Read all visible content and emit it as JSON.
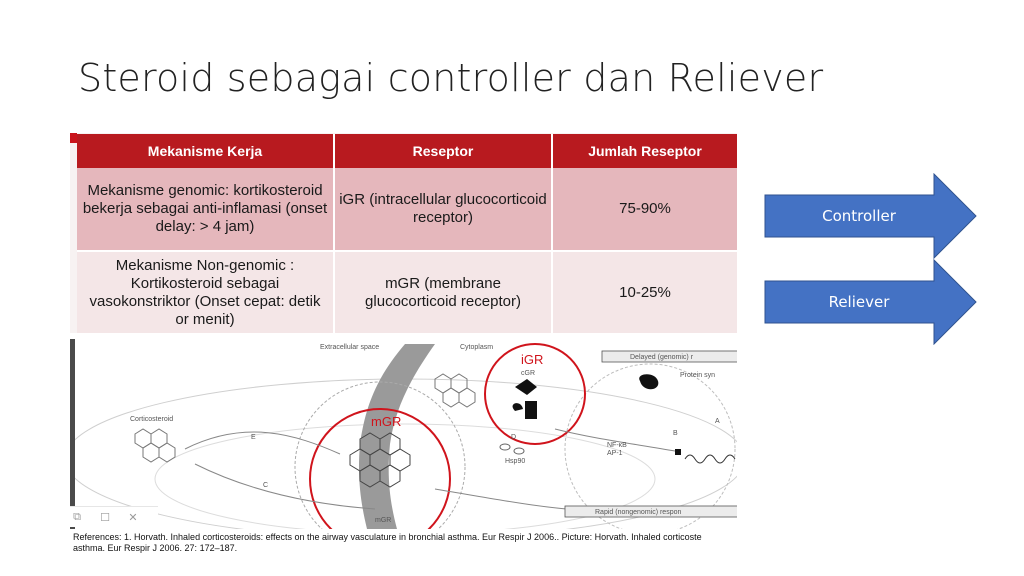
{
  "slide": {
    "title": "Steroid sebagai controller dan Reliever"
  },
  "table": {
    "headers": [
      "Mekanisme Kerja",
      "Reseptor",
      "Jumlah Reseptor"
    ],
    "rows": [
      {
        "mechanism": "Mekanisme genomic: kortikosteroid bekerja sebagai anti-inflamasi (onset delay: > 4 jam)",
        "receptor": "iGR (intracellular glucocorticoid receptor)",
        "count": "75-90%"
      },
      {
        "mechanism": "Mekanisme Non-genomic : Kortikosteroid sebagai vasokonstriktor (Onset cepat: detik or menit)",
        "receptor": "mGR (membrane glucocorticoid receptor)",
        "count": "10-25%"
      }
    ]
  },
  "figure": {
    "labels": {
      "extracellular": "Extracellular space",
      "cytoplasm": "Cytoplasm",
      "igr": "iGR",
      "cgr": "cGR",
      "mgr_big": "mGR",
      "mgr_small": "mGR",
      "corticosteroid": "Corticosteroid",
      "delayed": "Delayed (genomic) r",
      "protein": "Protein syn",
      "rapid": "Rapid (nongenomic) respon",
      "hsp90": "Hsp90",
      "nfkb": "NF-κB",
      "ap1": "AP-1",
      "d": "D",
      "e": "E",
      "c": "C",
      "b": "B",
      "a": "A"
    }
  },
  "window_controls": {
    "restore": "⧉",
    "maximize": "☐",
    "close": "✕"
  },
  "references": {
    "line1": "References: 1. Horvath. Inhaled corticosteroids: effects on the airway vasculature in bronchial asthma. Eur Respir J 2006.. Picture: Horvath. Inhaled corticoste",
    "line2": "asthma. Eur Respir J 2006. 27: 172–187."
  },
  "arrows": {
    "controller_label": "Controller",
    "reliever_label": "Reliever",
    "fill_color": "#4472c4",
    "stroke_color": "#2f528f"
  }
}
